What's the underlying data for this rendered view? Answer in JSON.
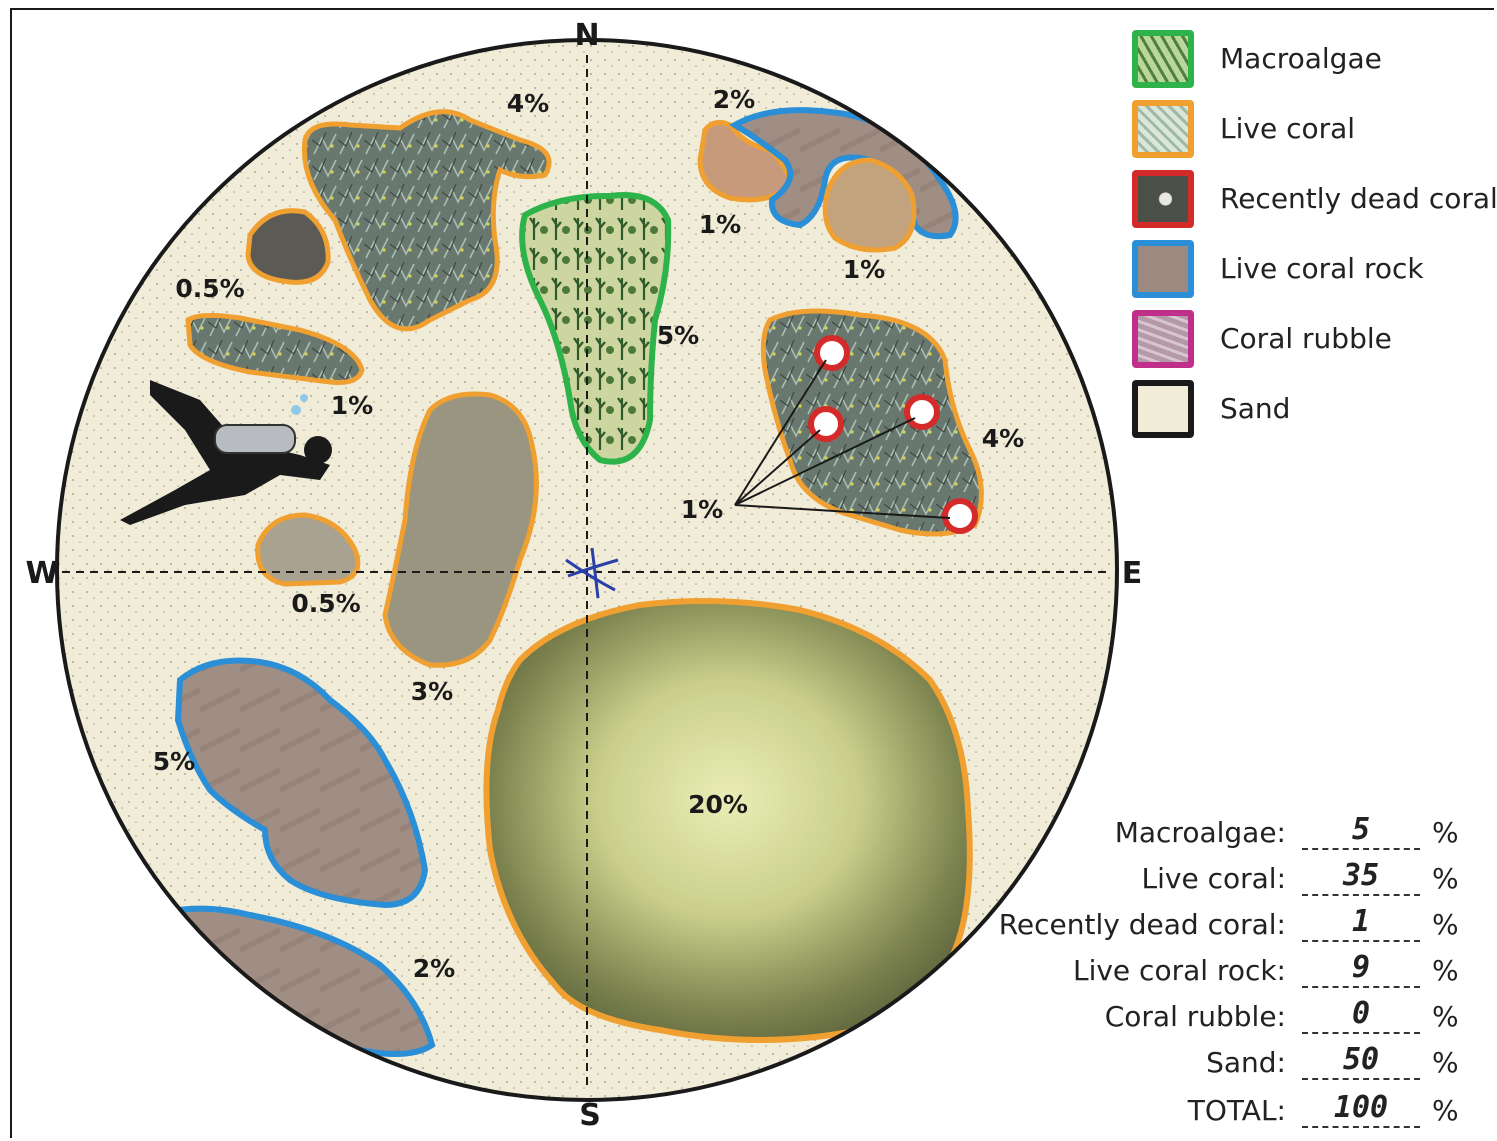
{
  "compass": {
    "north": "N",
    "south": "S",
    "east": "E",
    "west": "W"
  },
  "legend": [
    {
      "label": "Macroalgae",
      "border": "#2eb24a",
      "fill": "#b9d79a",
      "icon": "macroalgae-swatch"
    },
    {
      "label": "Live coral",
      "border": "#f0a030",
      "fill": "#cfe0d2",
      "icon": "live-coral-swatch"
    },
    {
      "label": "Recently dead coral",
      "border": "#d42a2a",
      "fill": "#4a5048",
      "icon": "dead-coral-swatch"
    },
    {
      "label": "Live coral rock",
      "border": "#2a8fd6",
      "fill": "#9c8a80",
      "icon": "coral-rock-swatch"
    },
    {
      "label": "Coral rubble",
      "border": "#c0308a",
      "fill": "#b49aa8",
      "icon": "coral-rubble-swatch"
    },
    {
      "label": "Sand",
      "border": "#1a1a1a",
      "fill": "#f0ecd8",
      "icon": "sand-swatch"
    }
  ],
  "patch_labels": {
    "top_center_coral": "4%",
    "top_right_small_coral": "2%",
    "right_small_coral_a": "1%",
    "right_small_coral_b": "1%",
    "small_left_coral_top": "0.5%",
    "elongated_left_coral": "1%",
    "macroalgae_patch": "5%",
    "dead_coral_group": "1%",
    "right_coral_patch": "4%",
    "small_left_coral_bottom": "0.5%",
    "central_left_coral": "3%",
    "rock_patch_large": "5%",
    "rock_patch_small": "2%",
    "large_coral": "20%"
  },
  "summary": {
    "rows": [
      {
        "label": "Macroalgae:",
        "value": "5",
        "unit": "%"
      },
      {
        "label": "Live coral:",
        "value": "35",
        "unit": "%"
      },
      {
        "label": "Recently dead coral:",
        "value": "1",
        "unit": "%"
      },
      {
        "label": "Live coral rock:",
        "value": "9",
        "unit": "%"
      },
      {
        "label": "Coral rubble:",
        "value": "0",
        "unit": "%"
      },
      {
        "label": "Sand:",
        "value": "50",
        "unit": "%"
      },
      {
        "label": "TOTAL:",
        "value": "100",
        "unit": "%"
      }
    ]
  },
  "colors": {
    "sand": "#f0ecd8",
    "live_coral_border": "#f0a030",
    "live_coral_fill": "#6b7a72",
    "macroalgae_border": "#2eb24a",
    "coral_rock_border": "#2a8fd6",
    "coral_rock_fill": "#9c8a80",
    "dead_coral_border": "#d42a2a",
    "large_coral_fill": "#8f9a5a"
  }
}
